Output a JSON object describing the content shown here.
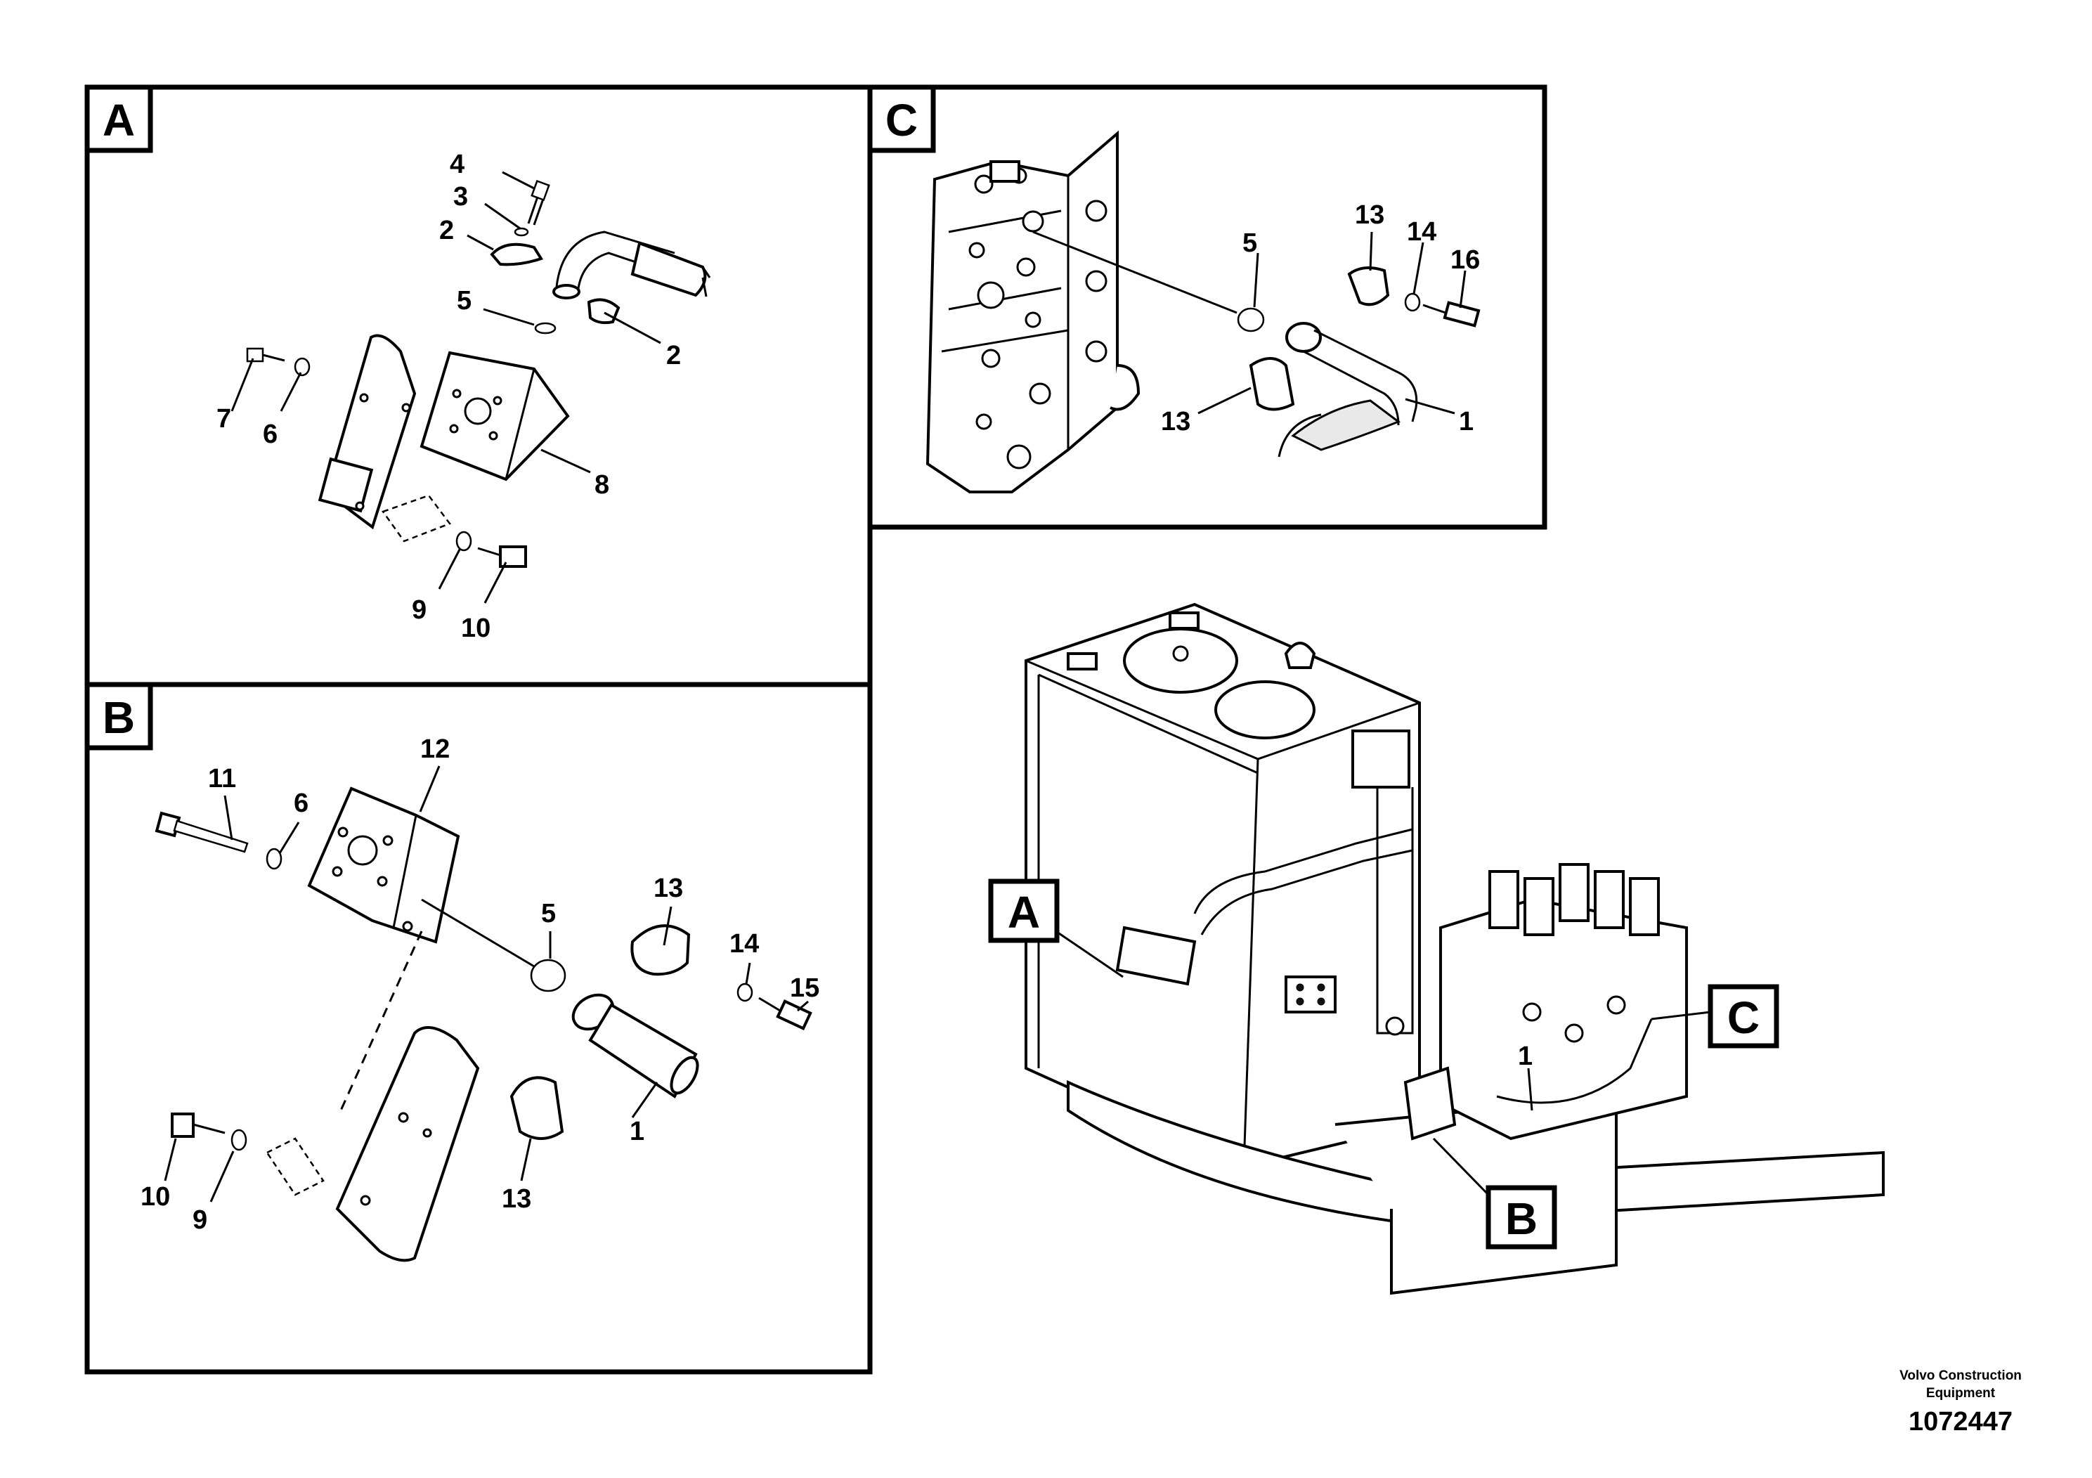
{
  "panels": {
    "a": {
      "tag": "A",
      "labels": [
        "4",
        "3",
        "2",
        "5",
        "2",
        "7",
        "6",
        "8",
        "9",
        "10"
      ]
    },
    "b": {
      "tag": "B",
      "labels": [
        "11",
        "12",
        "6",
        "5",
        "13",
        "14",
        "15",
        "1",
        "10",
        "9",
        "13"
      ]
    },
    "c": {
      "tag": "C",
      "labels": [
        "13",
        "14",
        "16",
        "5",
        "13",
        "1"
      ]
    }
  },
  "overview": {
    "callouts": [
      "A",
      "B",
      "C"
    ],
    "labels": [
      "1"
    ]
  },
  "footer": {
    "brand_line1": "Volvo Construction",
    "brand_line2": "Equipment",
    "drawing_number": "1072447"
  }
}
